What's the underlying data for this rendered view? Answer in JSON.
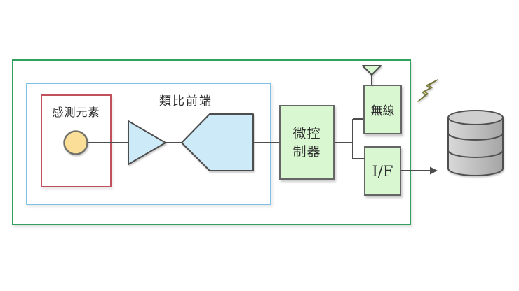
{
  "diagram": {
    "type": "sensor-node-block-diagram",
    "labels": {
      "sensing_element": "感測元素",
      "analog_front_end": "類比前端",
      "mcu_line1": "微控",
      "mcu_line2": "制器",
      "wireless": "無線",
      "interface": "I/F"
    },
    "icons": {
      "antenna": "antenna-icon",
      "lightning": "radio-signal-lightning-icon",
      "amplifier": "amplifier-triangle-icon",
      "adc": "adc-pentagon-icon",
      "sensor_dot": "sensor-dot-icon",
      "database": "database-cylinder-icon",
      "arrow": "data-out-arrow-icon"
    },
    "colors": {
      "outer_frame_green": "#31a05f",
      "analog_frame_blue": "#7fc0e4",
      "sensing_frame_red": "#c2515e",
      "block_fill_green": "#d9f8d2",
      "block_border_gray": "#666666",
      "shape_fill_blue": "#cdeaf8",
      "sensor_fill_yellow": "#fbdf99",
      "wire_gray": "#4d4d4d",
      "lightning_yellow": "#f7f3a6",
      "database_gray": "#bdbdbd",
      "text": "#2e2e2e"
    }
  }
}
